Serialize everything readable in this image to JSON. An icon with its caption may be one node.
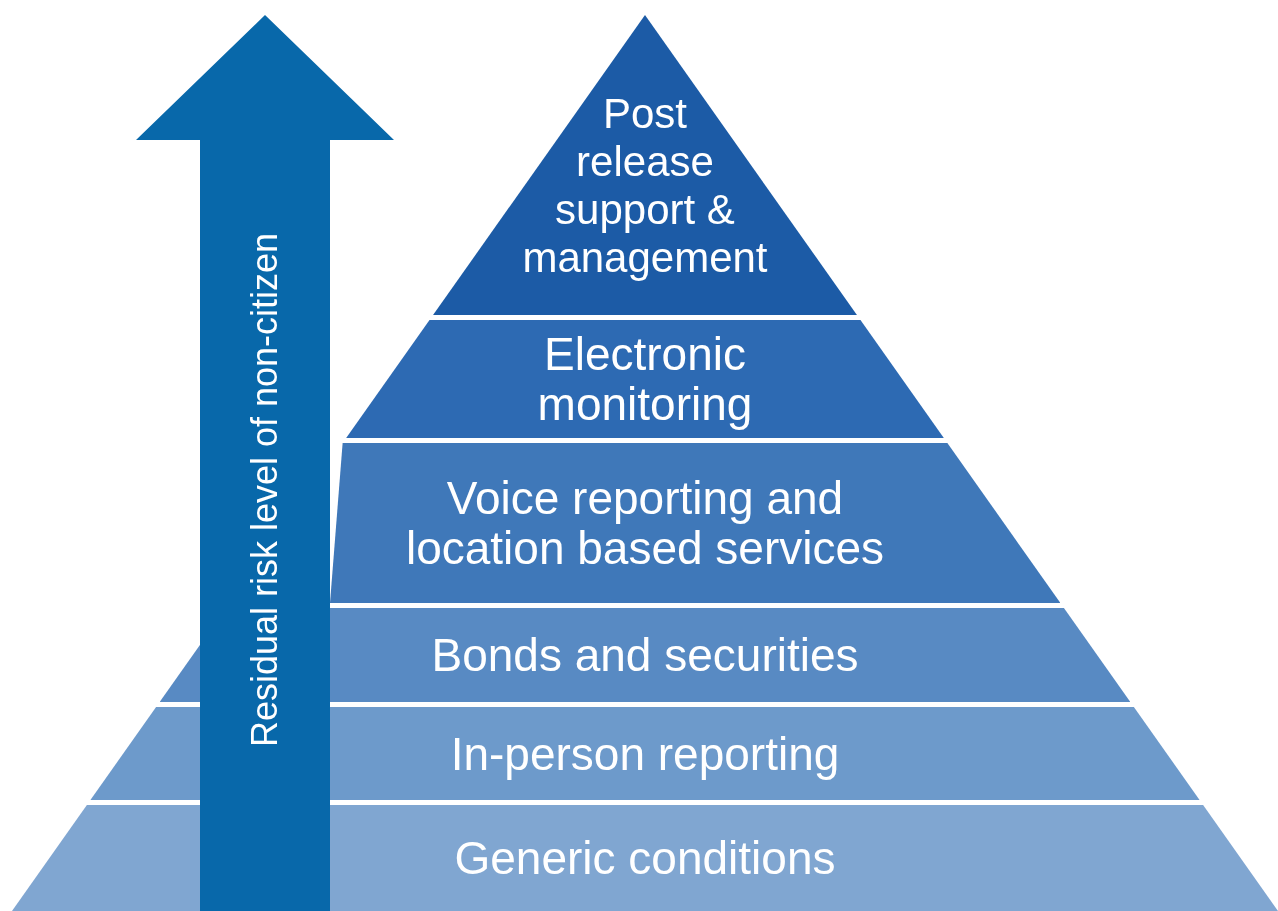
{
  "diagram": {
    "nodes": [
      {
        "text": [
          "Post release support & management"
        ]
      },
      {
        "text": [
          "Electronic monitoring"
        ]
      },
      {
        "text": [
          "Voice reporting and location based services"
        ]
      },
      {
        "text": [
          "Bonds and securities"
        ]
      },
      {
        "text": [
          "In-person reporting"
        ]
      },
      {
        "text": [
          "Generic conditions"
        ]
      }
    ],
    "labels": [
      "Residual risk level of non-citizen"
    ]
  }
}
